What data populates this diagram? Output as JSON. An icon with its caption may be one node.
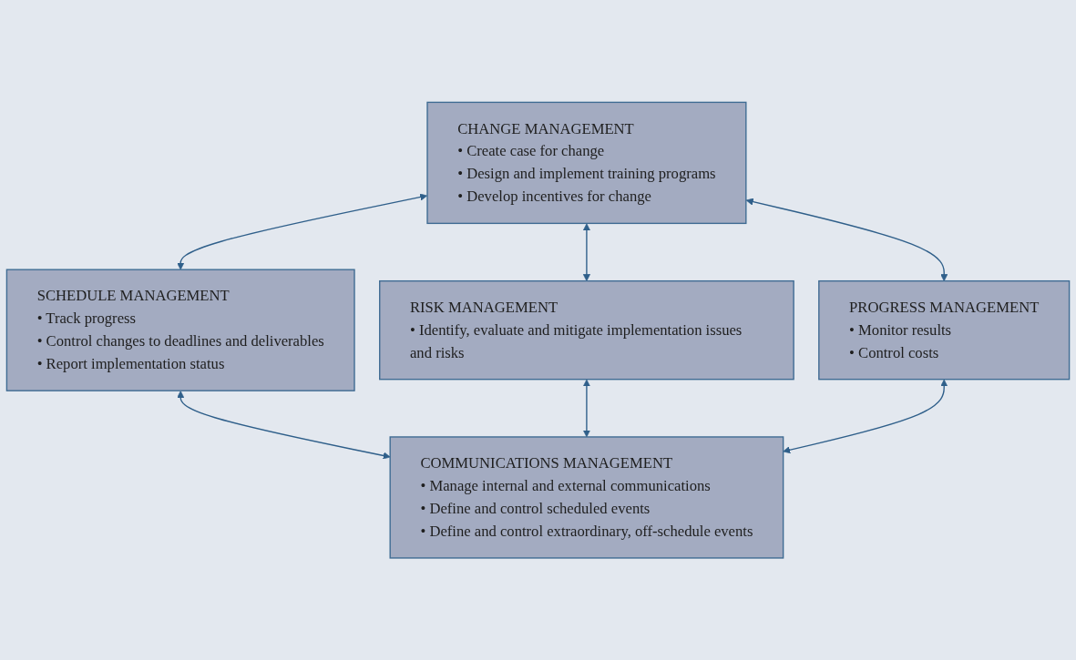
{
  "diagram": {
    "nodes": [
      {
        "text": [
          "CHANGE MANAGEMENT",
          "• Create case for change",
          "• Design and implement training programs",
          "• Develop incentives for change"
        ]
      },
      {
        "text": [
          "SCHEDULE MANAGEMENT",
          "• Track progress",
          "• Control changes to deadlines and deliverables",
          "• Report implementation status"
        ]
      },
      {
        "text": [
          "RISK MANAGEMENT",
          "• Identify, evaluate and mitigate implementation issues and risks"
        ]
      },
      {
        "text": [
          "PROGRESS MANAGEMENT",
          "• Monitor results",
          "• Control costs"
        ]
      },
      {
        "text": [
          "COMMUNICATIONS MANAGEMENT",
          "• Manage internal and external communications",
          "• Define and control scheduled events",
          "• Define and control extraordinary, off-schedule events"
        ]
      }
    ],
    "edges": [
      {
        "from": 0,
        "to": 1,
        "arrow": "both"
      },
      {
        "from": 0,
        "to": 2,
        "arrow": "both"
      },
      {
        "from": 0,
        "to": 3,
        "arrow": "both"
      },
      {
        "from": 1,
        "to": 4,
        "arrow": "both"
      },
      {
        "from": 2,
        "to": 4,
        "arrow": "both"
      },
      {
        "from": 3,
        "to": 4,
        "arrow": "both"
      }
    ]
  }
}
